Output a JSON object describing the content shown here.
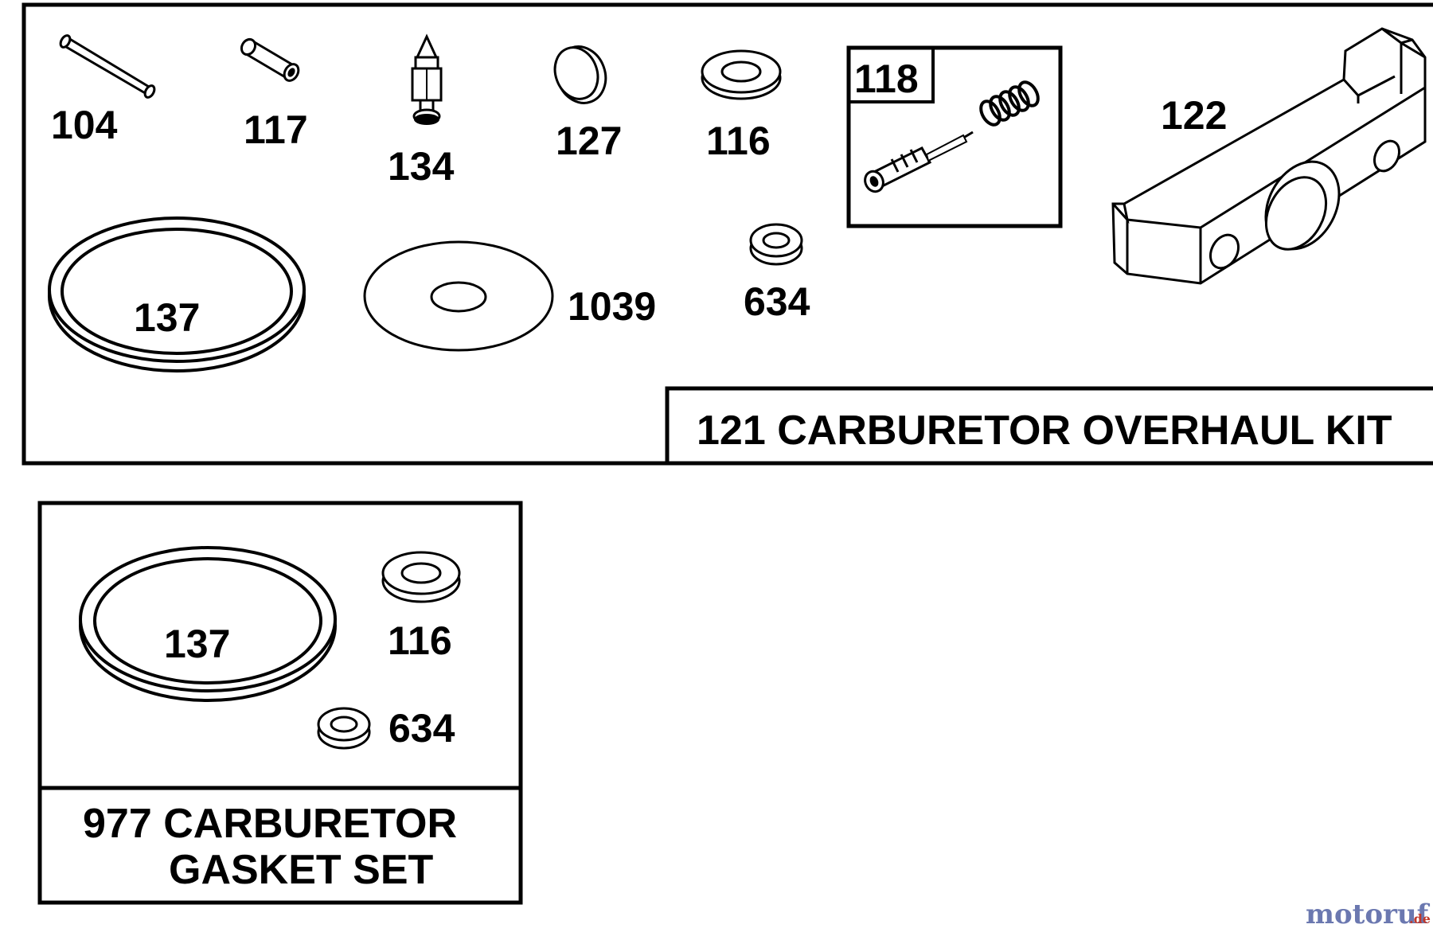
{
  "overhaul_kit": {
    "title": "121 CARBURETOR OVERHAUL KIT",
    "parts": {
      "p104": "104",
      "p117": "117",
      "p134": "134",
      "p127": "127",
      "p116": "116",
      "p118": "118",
      "p122": "122",
      "p137": "137",
      "p1039": "1039",
      "p634": "634"
    }
  },
  "gasket_set": {
    "title_line1": "977 CARBURETOR",
    "title_line2": "GASKET SET",
    "parts": {
      "p137": "137",
      "p116": "116",
      "p634": "634"
    }
  },
  "watermark": {
    "text": "motoruf",
    "suffix": ".de"
  }
}
